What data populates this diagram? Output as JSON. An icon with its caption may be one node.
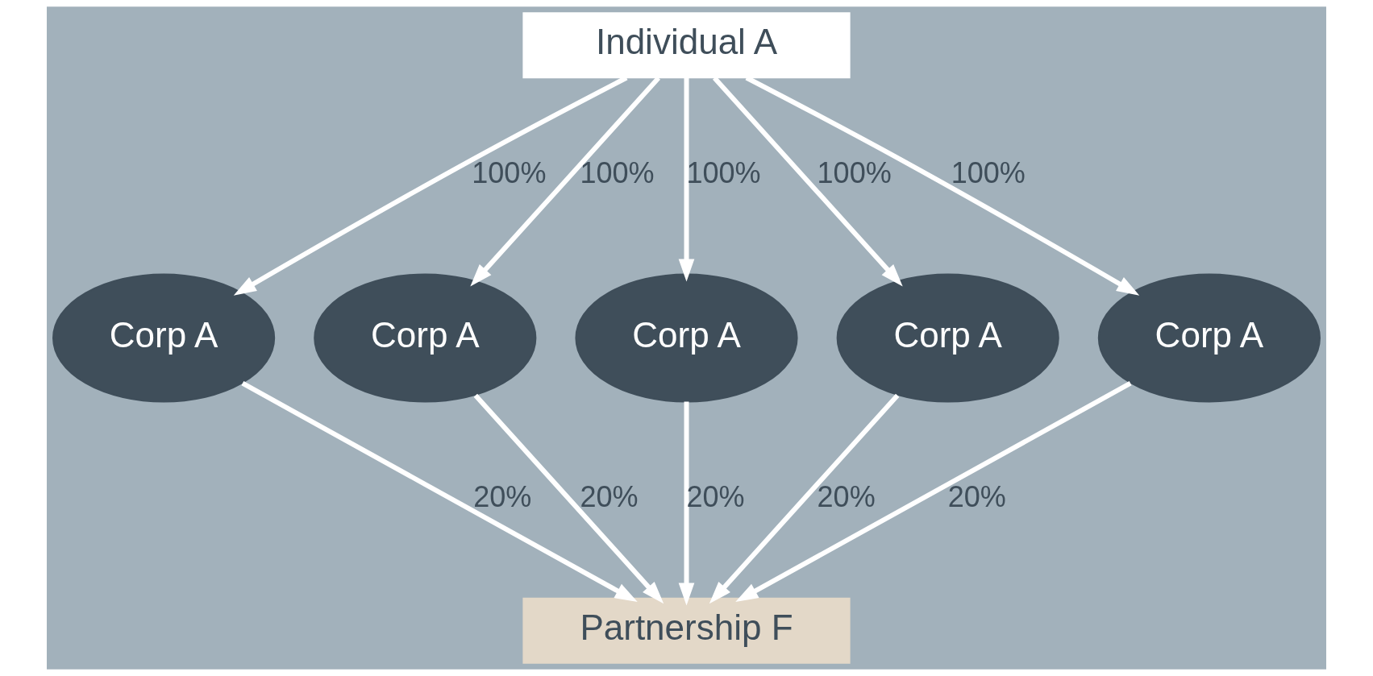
{
  "diagram": {
    "nodes": [
      {
        "text": [
          "Individual A"
        ]
      },
      {
        "text": [
          "Corp A"
        ]
      },
      {
        "text": [
          "Corp A"
        ]
      },
      {
        "text": [
          "Corp A"
        ]
      },
      {
        "text": [
          "Corp A"
        ]
      },
      {
        "text": [
          "Corp A"
        ]
      },
      {
        "text": [
          "Partnership F"
        ]
      }
    ],
    "edges": [
      {
        "from": 0,
        "to": 1,
        "arrow": "to",
        "label": "100%"
      },
      {
        "from": 0,
        "to": 2,
        "arrow": "to",
        "label": "100%"
      },
      {
        "from": 0,
        "to": 3,
        "arrow": "to",
        "label": "100%"
      },
      {
        "from": 0,
        "to": 4,
        "arrow": "to",
        "label": "100%"
      },
      {
        "from": 0,
        "to": 5,
        "arrow": "to",
        "label": "100%"
      },
      {
        "from": 1,
        "to": 6,
        "arrow": "to",
        "label": "20%"
      },
      {
        "from": 2,
        "to": 6,
        "arrow": "to",
        "label": "20%"
      },
      {
        "from": 3,
        "to": 6,
        "arrow": "to",
        "label": "20%"
      },
      {
        "from": 4,
        "to": 6,
        "arrow": "to",
        "label": "20%"
      },
      {
        "from": 5,
        "to": 6,
        "arrow": "to",
        "label": "20%"
      }
    ]
  }
}
